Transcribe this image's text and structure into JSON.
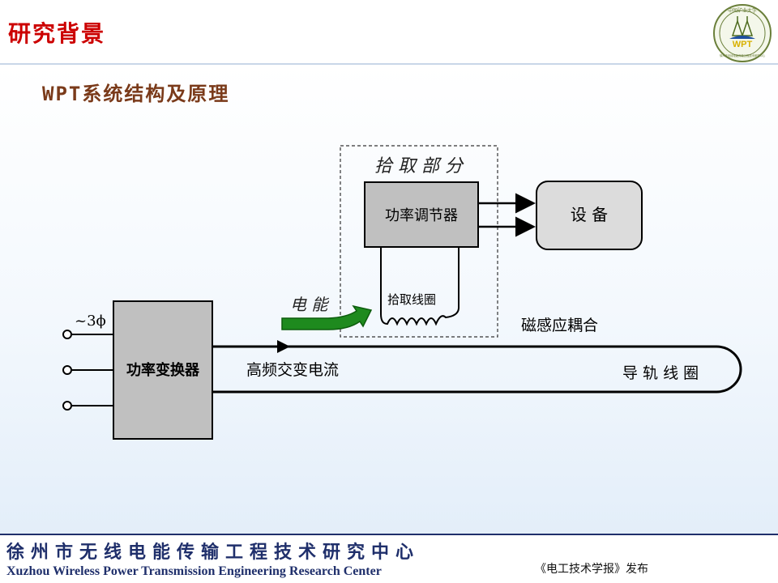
{
  "slide": {
    "title": "研究背景",
    "subtitle": "WPT系统结构及原理"
  },
  "logo": {
    "text_top": "中国矿业大学",
    "text_mid": "WPT",
    "text_bottom": "徐州市无线电能传输工程技术研究中心",
    "icon": "wpt-logo-icon"
  },
  "diagram": {
    "pickup_section_label": "拾 取 部 分",
    "power_regulator_label": "功率调节器",
    "device_label": "设  备",
    "pickup_coil_label": "拾取线圈",
    "energy_label": "电  能",
    "magnetic_coupling_label": "磁感应耦合",
    "three_phase_label": "~3ϕ",
    "power_converter_label": "功率变换器",
    "hf_current_label": "高频交变电流",
    "track_coil_label": "导 轨 线 圈"
  },
  "footer": {
    "center_name_cn": "徐州市无线电能传输工程技术研究中心",
    "center_name_en": "Xuzhou Wireless Power Transmission Engineering Research Center",
    "publisher": "《电工技术学报》发布"
  },
  "colors": {
    "title": "#cc0000",
    "subtitle": "#7a3a1a",
    "footer": "#1f2f6b",
    "box_fill": "#c0c0c0",
    "device_fill": "#dcdcdc",
    "arrow_green": "#1e8a1e"
  }
}
